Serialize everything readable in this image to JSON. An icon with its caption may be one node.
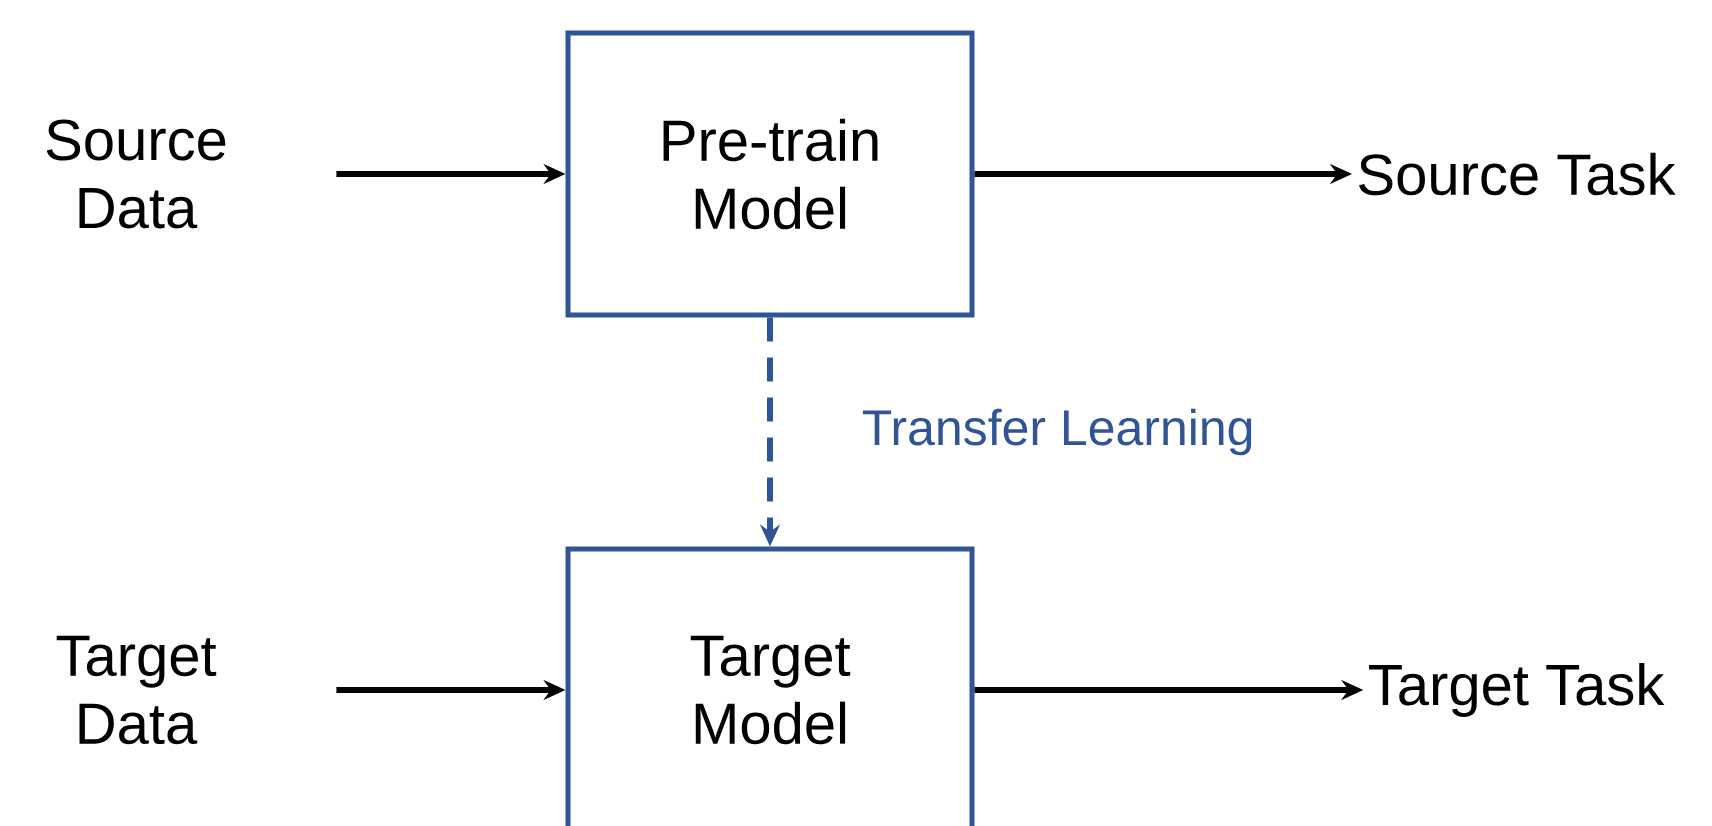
{
  "diagram": {
    "nodes": [
      {
        "text": [
          "Source Data"
        ]
      },
      {
        "text": [
          "Pre-train Model"
        ]
      },
      {
        "text": [
          "Source Task"
        ]
      },
      {
        "text": [
          "Target Data"
        ]
      },
      {
        "text": [
          "Target Model"
        ]
      },
      {
        "text": [
          "Target Task"
        ]
      }
    ],
    "edges": [
      {
        "from": 0,
        "to": 1,
        "arrow": "to"
      },
      {
        "from": 1,
        "to": 2,
        "arrow": "to"
      },
      {
        "from": 1,
        "to": 4,
        "arrow": "to",
        "style": "dashed",
        "color": "#2f5597",
        "label": "Transfer Learning"
      },
      {
        "from": 3,
        "to": 4,
        "arrow": "to"
      },
      {
        "from": 4,
        "to": 5,
        "arrow": "to"
      }
    ]
  }
}
